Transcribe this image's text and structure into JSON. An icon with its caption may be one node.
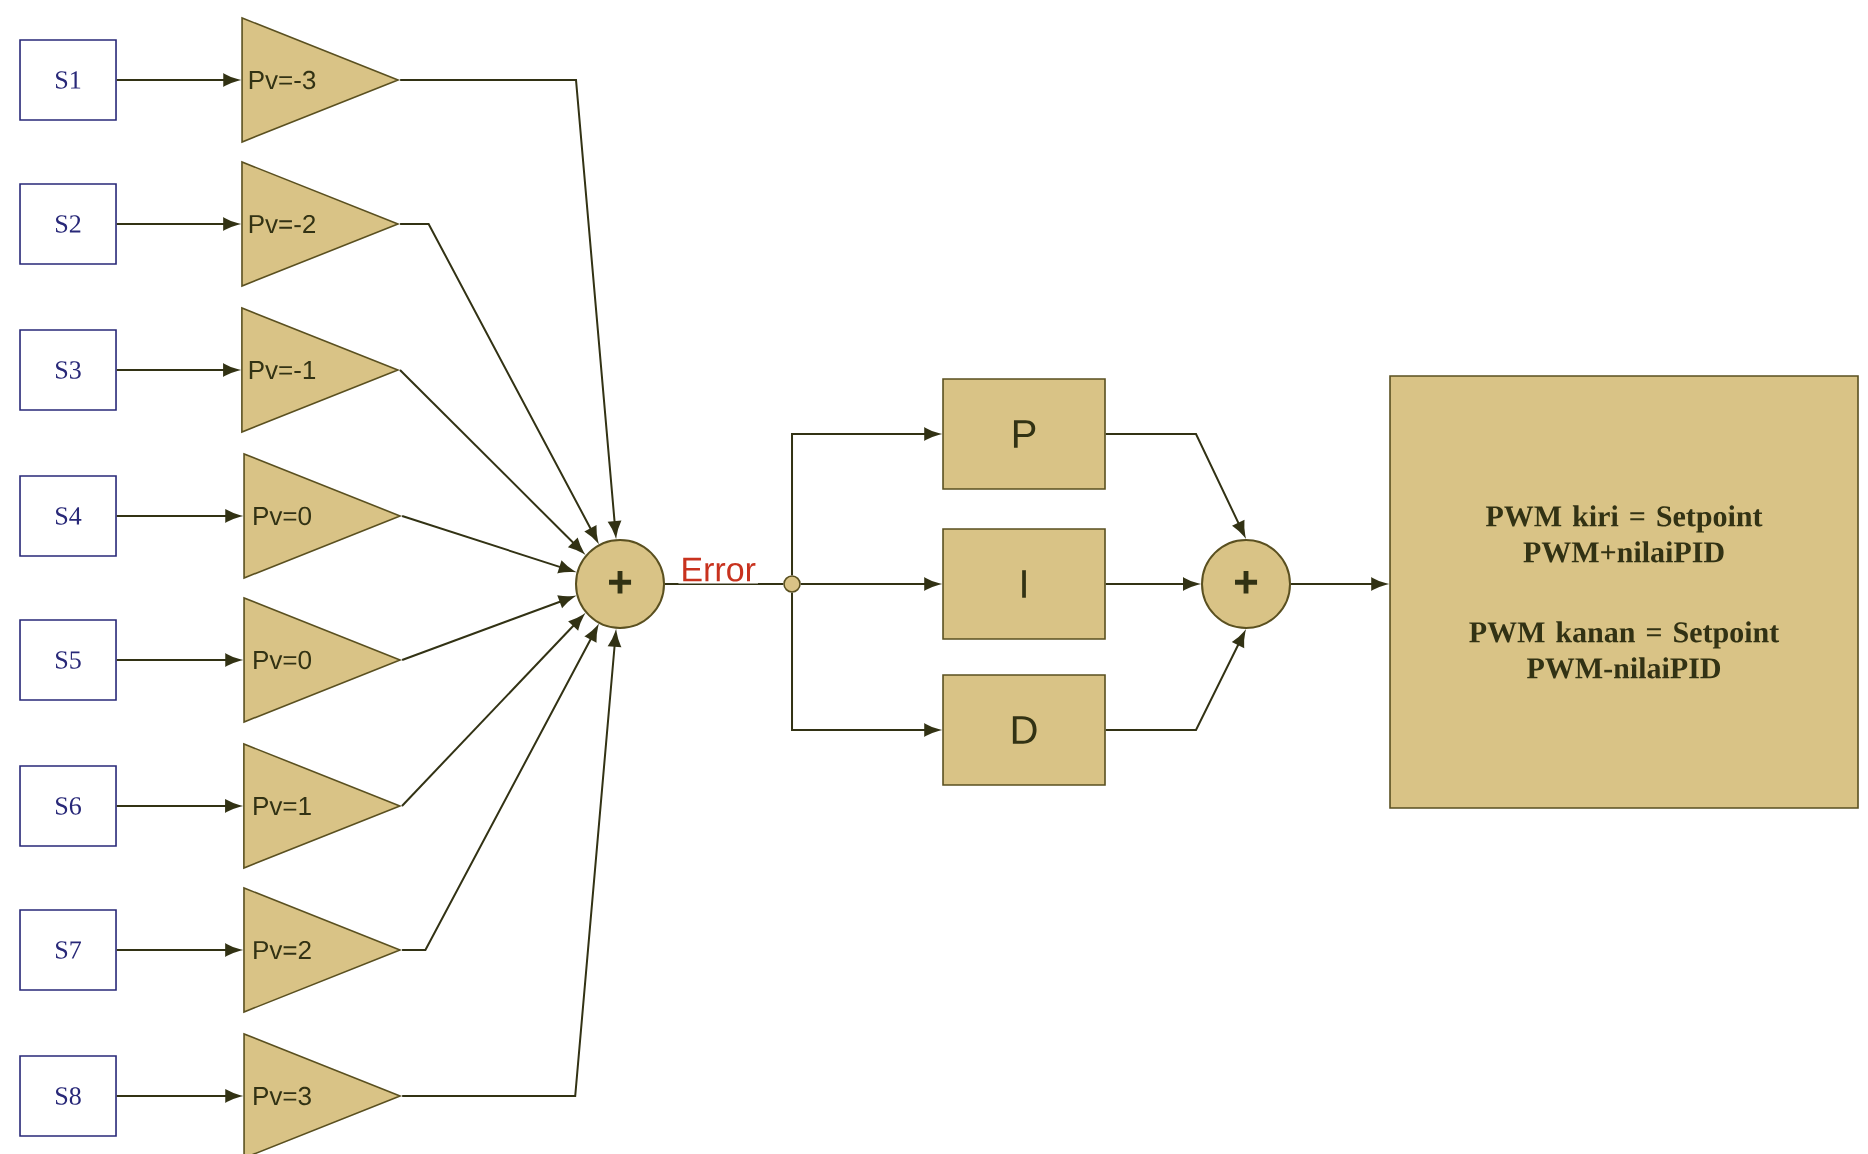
{
  "diagram": {
    "nodes": [
      {
        "text": [
          "S1"
        ]
      },
      {
        "text": [
          "S2"
        ]
      },
      {
        "text": [
          "S3"
        ]
      },
      {
        "text": [
          "S4"
        ]
      },
      {
        "text": [
          "S5"
        ]
      },
      {
        "text": [
          "S6"
        ]
      },
      {
        "text": [
          "S7"
        ]
      },
      {
        "text": [
          "S8"
        ]
      },
      {
        "text": [
          "Pv=-3"
        ]
      },
      {
        "text": [
          "Pv=-2"
        ]
      },
      {
        "text": [
          "Pv=-1"
        ]
      },
      {
        "text": [
          "Pv=0"
        ]
      },
      {
        "text": [
          "Pv=0"
        ]
      },
      {
        "text": [
          "Pv=1"
        ]
      },
      {
        "text": [
          "Pv=2"
        ]
      },
      {
        "text": [
          "Pv=3"
        ]
      },
      {
        "text": [
          "+"
        ]
      },
      {
        "text": [],
        "shape": "circle"
      },
      {
        "text": [
          "P"
        ]
      },
      {
        "text": [
          "I"
        ]
      },
      {
        "text": [
          "D"
        ]
      },
      {
        "text": [
          "+"
        ]
      },
      {
        "text": [
          "PWM kiri = Setpoint PWM+nilaiPID",
          "PWM kanan = Setpoint PWM-nilaiPID"
        ]
      }
    ],
    "edges": [
      {
        "from": 0,
        "to": 8,
        "arrow": "to"
      },
      {
        "from": 1,
        "to": 9,
        "arrow": "to"
      },
      {
        "from": 2,
        "to": 10,
        "arrow": "to"
      },
      {
        "from": 3,
        "to": 11,
        "arrow": "to"
      },
      {
        "from": 4,
        "to": 12,
        "arrow": "to"
      },
      {
        "from": 5,
        "to": 13,
        "arrow": "to"
      },
      {
        "from": 6,
        "to": 14,
        "arrow": "to"
      },
      {
        "from": 7,
        "to": 15,
        "arrow": "to"
      },
      {
        "from": 8,
        "to": 16,
        "arrow": "to"
      },
      {
        "from": 9,
        "to": 16,
        "arrow": "to"
      },
      {
        "from": 10,
        "to": 16,
        "arrow": "to"
      },
      {
        "from": 11,
        "to": 16,
        "arrow": "to"
      },
      {
        "from": 12,
        "to": 16,
        "arrow": "to"
      },
      {
        "from": 13,
        "to": 16,
        "arrow": "to"
      },
      {
        "from": 14,
        "to": 16,
        "arrow": "to"
      },
      {
        "from": 15,
        "to": 16,
        "arrow": "to"
      },
      {
        "from": 16,
        "to": 17,
        "arrow": "none",
        "label": "Error"
      },
      {
        "from": 17,
        "to": 18,
        "arrow": "to"
      },
      {
        "from": 17,
        "to": 19,
        "arrow": "to"
      },
      {
        "from": 17,
        "to": 20,
        "arrow": "to"
      },
      {
        "from": 18,
        "to": 21,
        "arrow": "to"
      },
      {
        "from": 19,
        "to": 21,
        "arrow": "to"
      },
      {
        "from": 20,
        "to": 21,
        "arrow": "to"
      },
      {
        "from": 21,
        "to": 22,
        "arrow": "to"
      }
    ]
  }
}
